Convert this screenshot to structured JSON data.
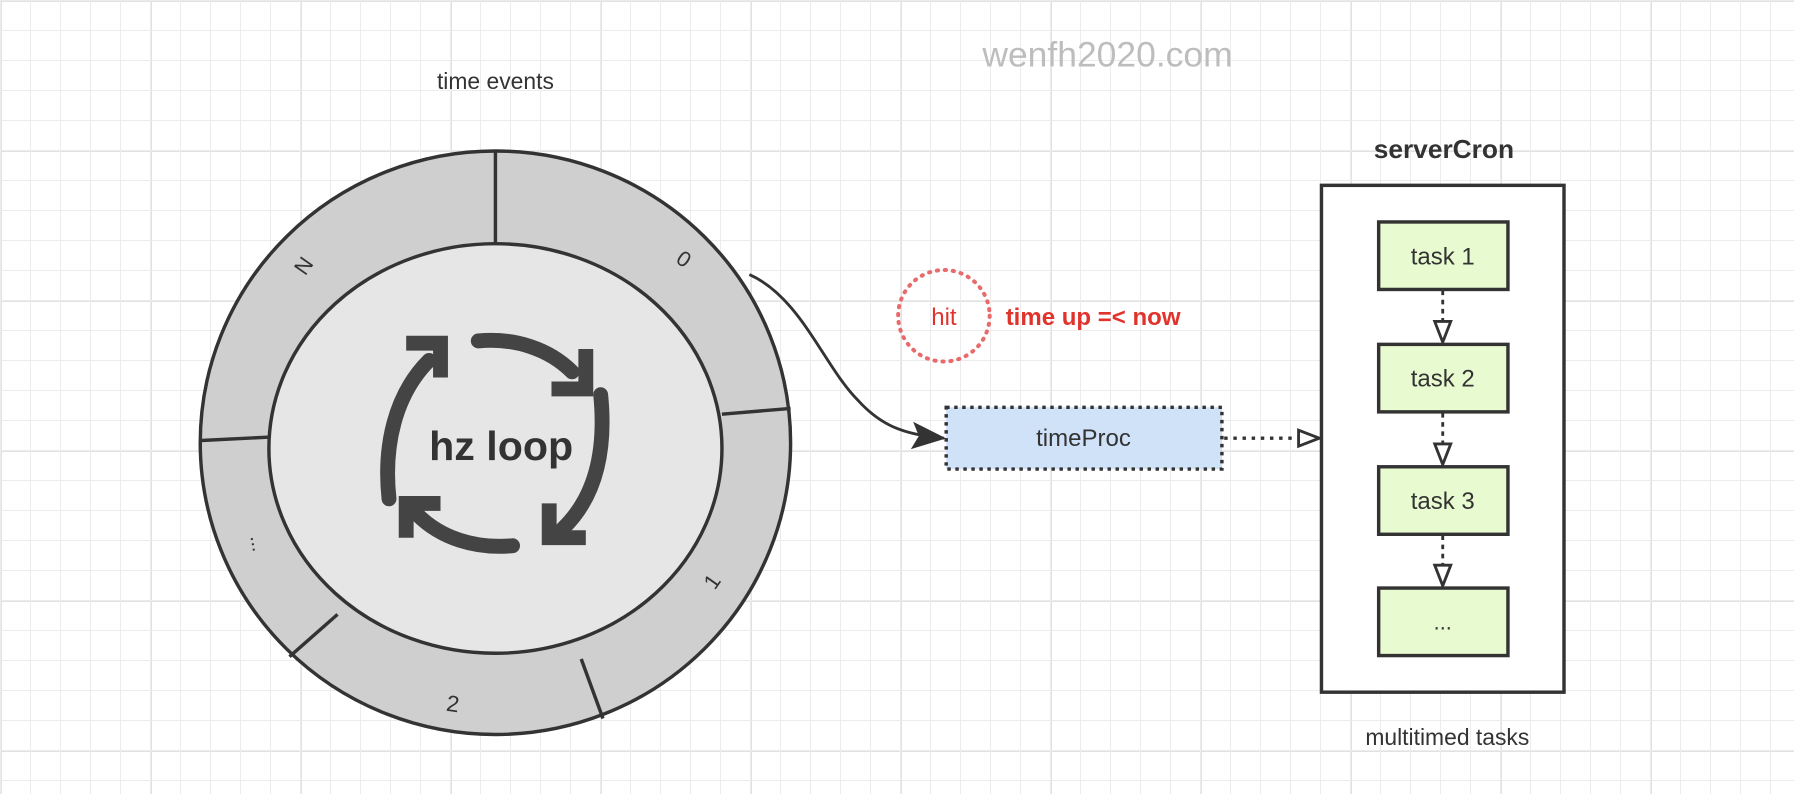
{
  "watermark": "wenfh2020.com",
  "wheel": {
    "title": "time events",
    "center_label": "hz loop",
    "slots": [
      "0",
      "1",
      "2",
      "...",
      "N"
    ]
  },
  "hit": {
    "label": "hit",
    "condition": "time up =< now"
  },
  "proc": {
    "label": "timeProc"
  },
  "server_cron": {
    "title": "serverCron",
    "tasks": [
      "task 1",
      "task 2",
      "task 3",
      "..."
    ],
    "caption": "multitimed tasks"
  },
  "colors": {
    "ring": "#cfcfcf",
    "inner": "#e6e6e6",
    "proc_fill": "#cfe2f8",
    "task_fill": "#e8fbd0",
    "red": "#e0332b",
    "hit_dots": "#e86a6a"
  }
}
